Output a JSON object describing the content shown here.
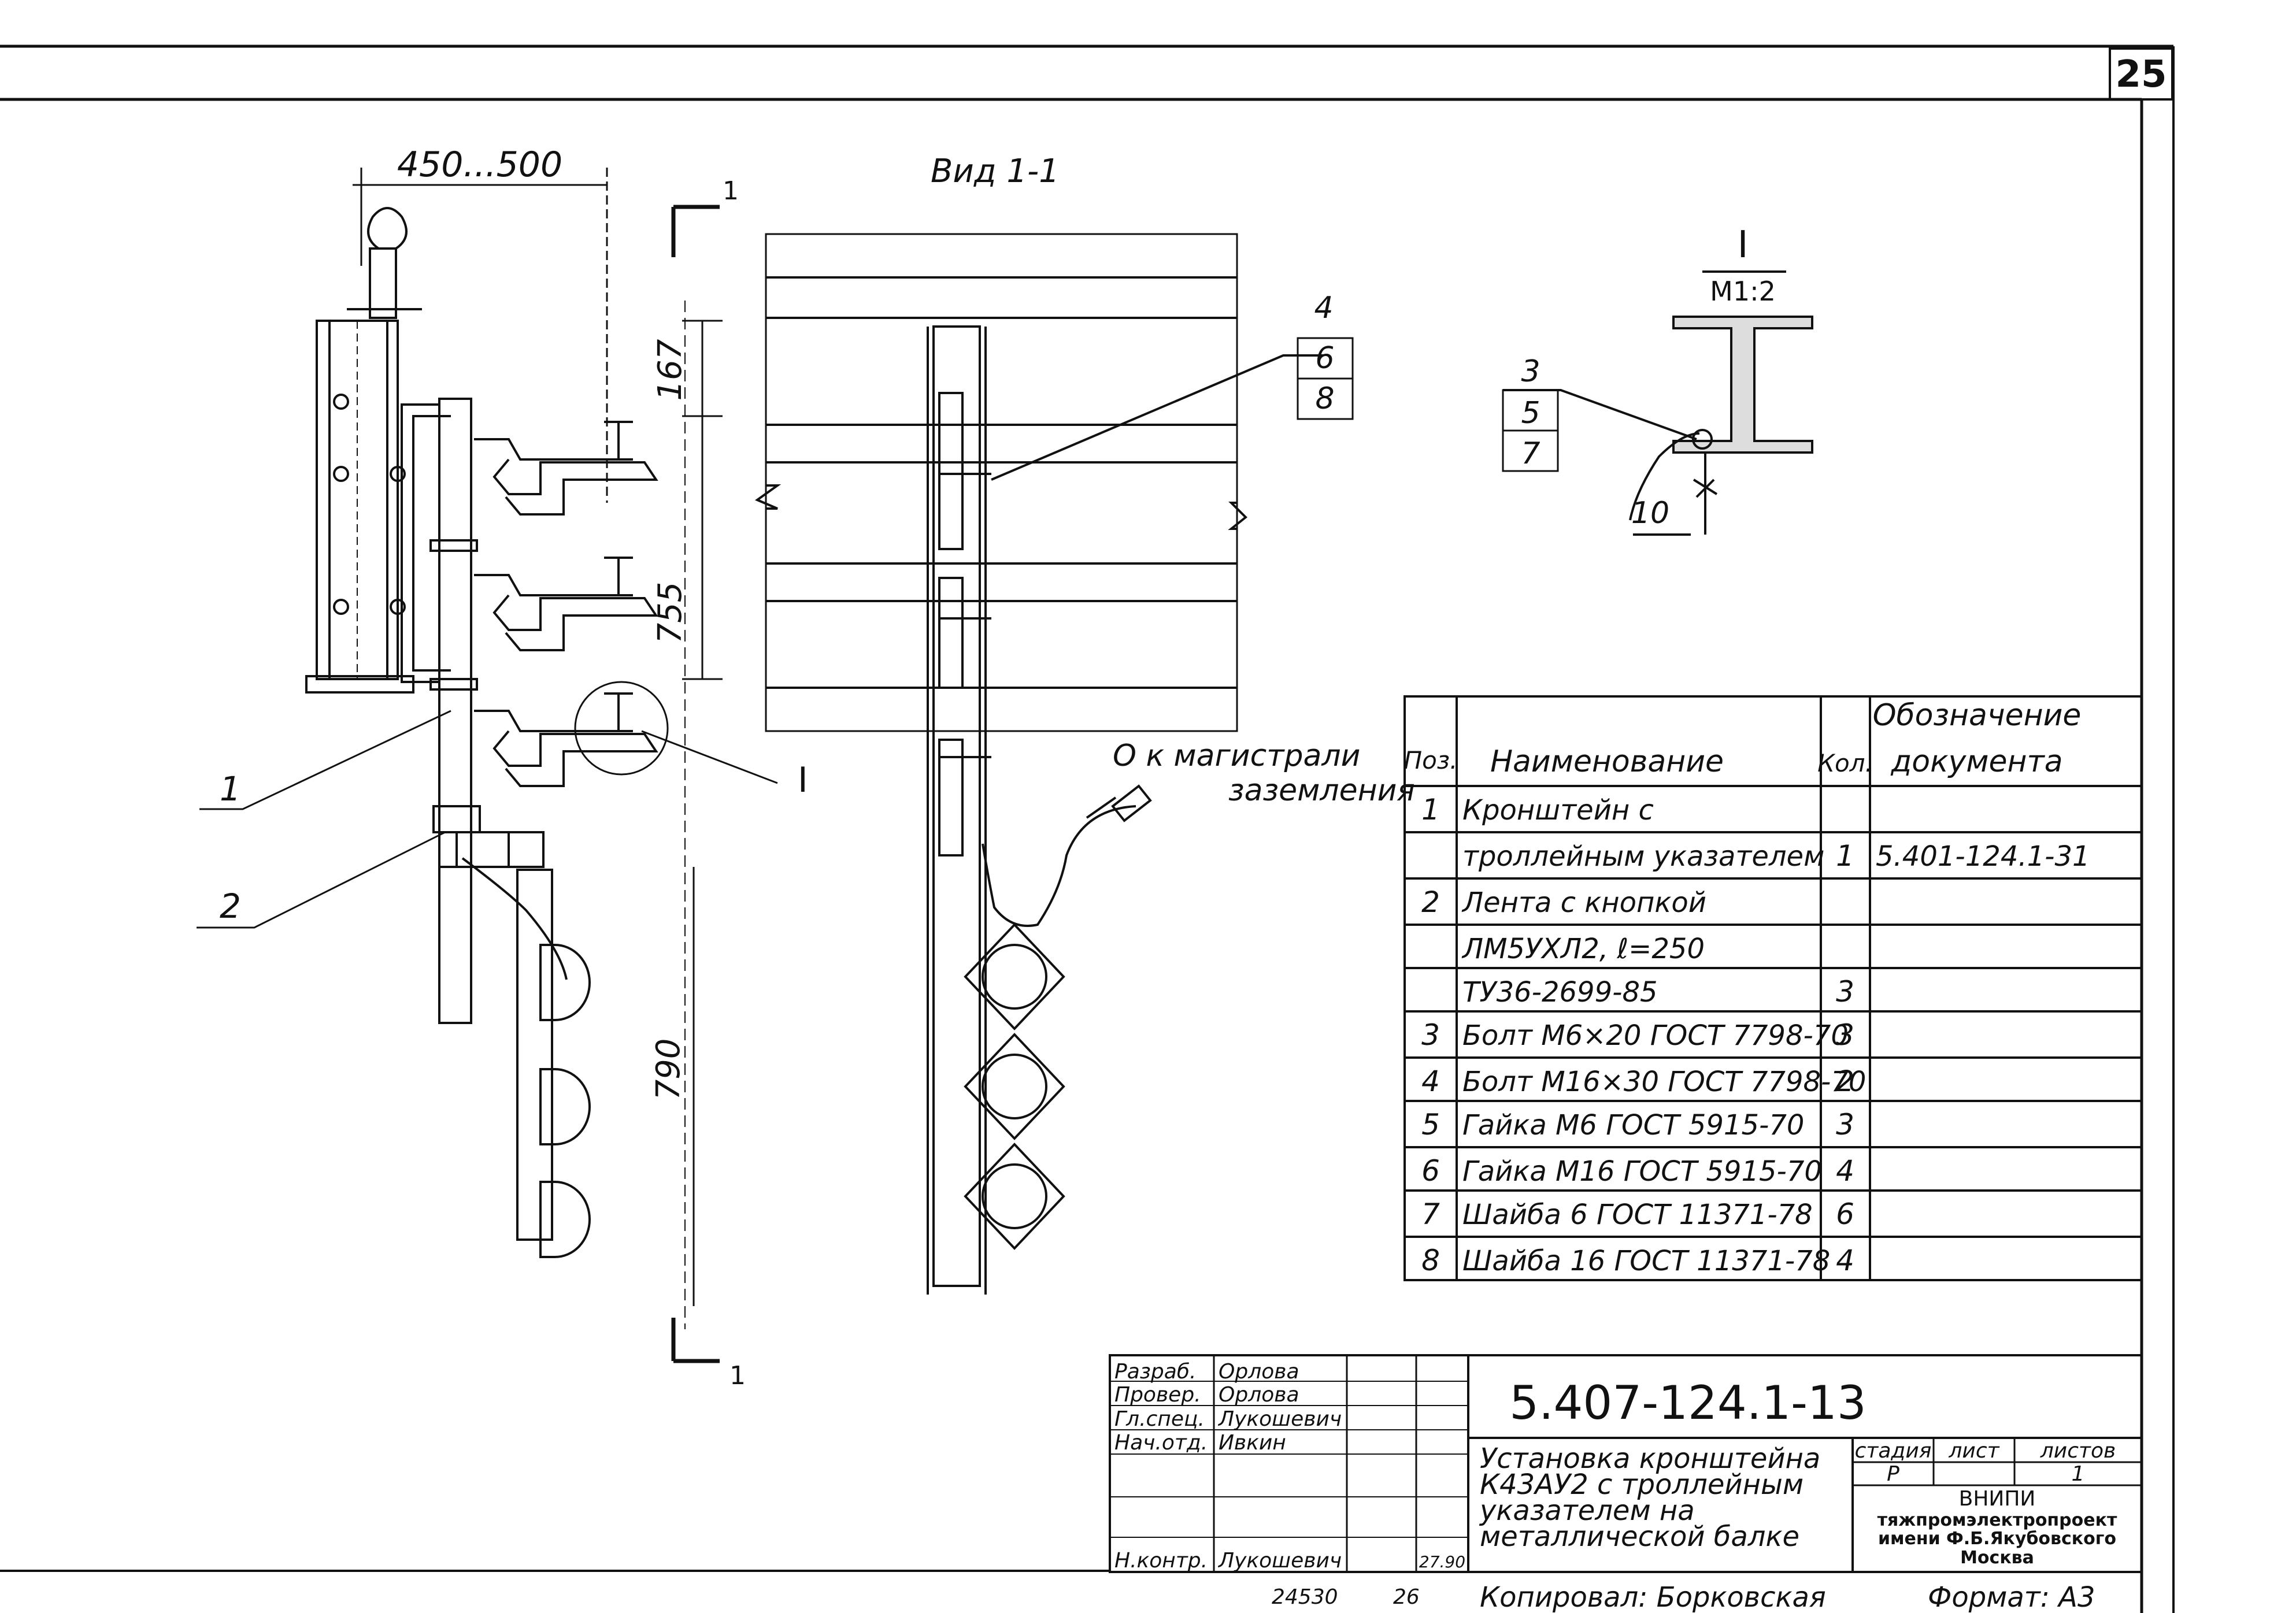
{
  "sheet_number": "25",
  "dims": {
    "width_top": "450...500",
    "h167": "167",
    "h755": "755",
    "h790": "790",
    "d10": "10"
  },
  "section_mark": "1",
  "view_title": "Вид 1-1",
  "detail": {
    "mark": "I",
    "scale": "M1:2",
    "callout": [
      "3",
      "5",
      "7"
    ]
  },
  "callout_view": [
    "4",
    "6",
    "8"
  ],
  "leaders": {
    "l1": "1",
    "l2": "2",
    "lI": "I"
  },
  "ground_note": [
    "О к магистрали",
    "заземления"
  ],
  "spec": {
    "headers": {
      "pos": "Поз.",
      "name": "Наименование",
      "qty": "Кол.",
      "doc": [
        "Обозначение",
        "документа"
      ]
    },
    "rows": [
      {
        "pos": "1",
        "name": "Кронштейн с",
        "qty": "",
        "doc": ""
      },
      {
        "pos": "",
        "name": "троллейным указателем",
        "qty": "1",
        "doc": "5.401-124.1-31"
      },
      {
        "pos": "2",
        "name": "Лента с кнопкой",
        "qty": "",
        "doc": ""
      },
      {
        "pos": "",
        "name": "ЛМ5УХЛ2, ℓ=250",
        "qty": "",
        "doc": ""
      },
      {
        "pos": "",
        "name": "ТУ36-2699-85",
        "qty": "3",
        "doc": ""
      },
      {
        "pos": "3",
        "name": "Болт М6×20 ГОСТ 7798-70",
        "qty": "3",
        "doc": ""
      },
      {
        "pos": "4",
        "name": "Болт М16×30 ГОСТ 7798-70",
        "qty": "2",
        "doc": ""
      },
      {
        "pos": "5",
        "name": "Гайка М6 ГОСТ 5915-70",
        "qty": "3",
        "doc": ""
      },
      {
        "pos": "6",
        "name": "Гайка М16 ГОСТ 5915-70",
        "qty": "4",
        "doc": ""
      },
      {
        "pos": "7",
        "name": "Шайба 6 ГОСТ 11371-78",
        "qty": "6",
        "doc": ""
      },
      {
        "pos": "8",
        "name": "Шайба 16 ГОСТ 11371-78",
        "qty": "4",
        "doc": ""
      }
    ]
  },
  "stamp": {
    "roles": [
      {
        "role": "Разраб.",
        "name": "Орлова"
      },
      {
        "role": "Провер.",
        "name": "Орлова"
      },
      {
        "role": "Гл.спец.",
        "name": "Лукошевич"
      },
      {
        "role": "Нач.отд.",
        "name": "Ивкин"
      },
      {
        "role": "",
        "name": ""
      },
      {
        "role": "",
        "name": ""
      },
      {
        "role": "Н.контр.",
        "name": "Лукошевич"
      }
    ],
    "date_bottom": "27.90",
    "designation": "5.407-124.1-13",
    "title": [
      "Установка кронштейна",
      "К43АУ2 с троллейным",
      "указателем на",
      "металлической балке"
    ],
    "stage_headers": [
      "стадия",
      "лист",
      "листов"
    ],
    "stage_values": [
      "Р",
      "",
      "1"
    ],
    "org": [
      "ВНИПИ",
      "тяжпромэлектропроект",
      "имени Ф.Б.Якубовского",
      "Москва"
    ]
  },
  "footer": {
    "inv": "24530",
    "num": "26",
    "copied": "Копировал: Борковская",
    "format": "Формат: А3"
  }
}
